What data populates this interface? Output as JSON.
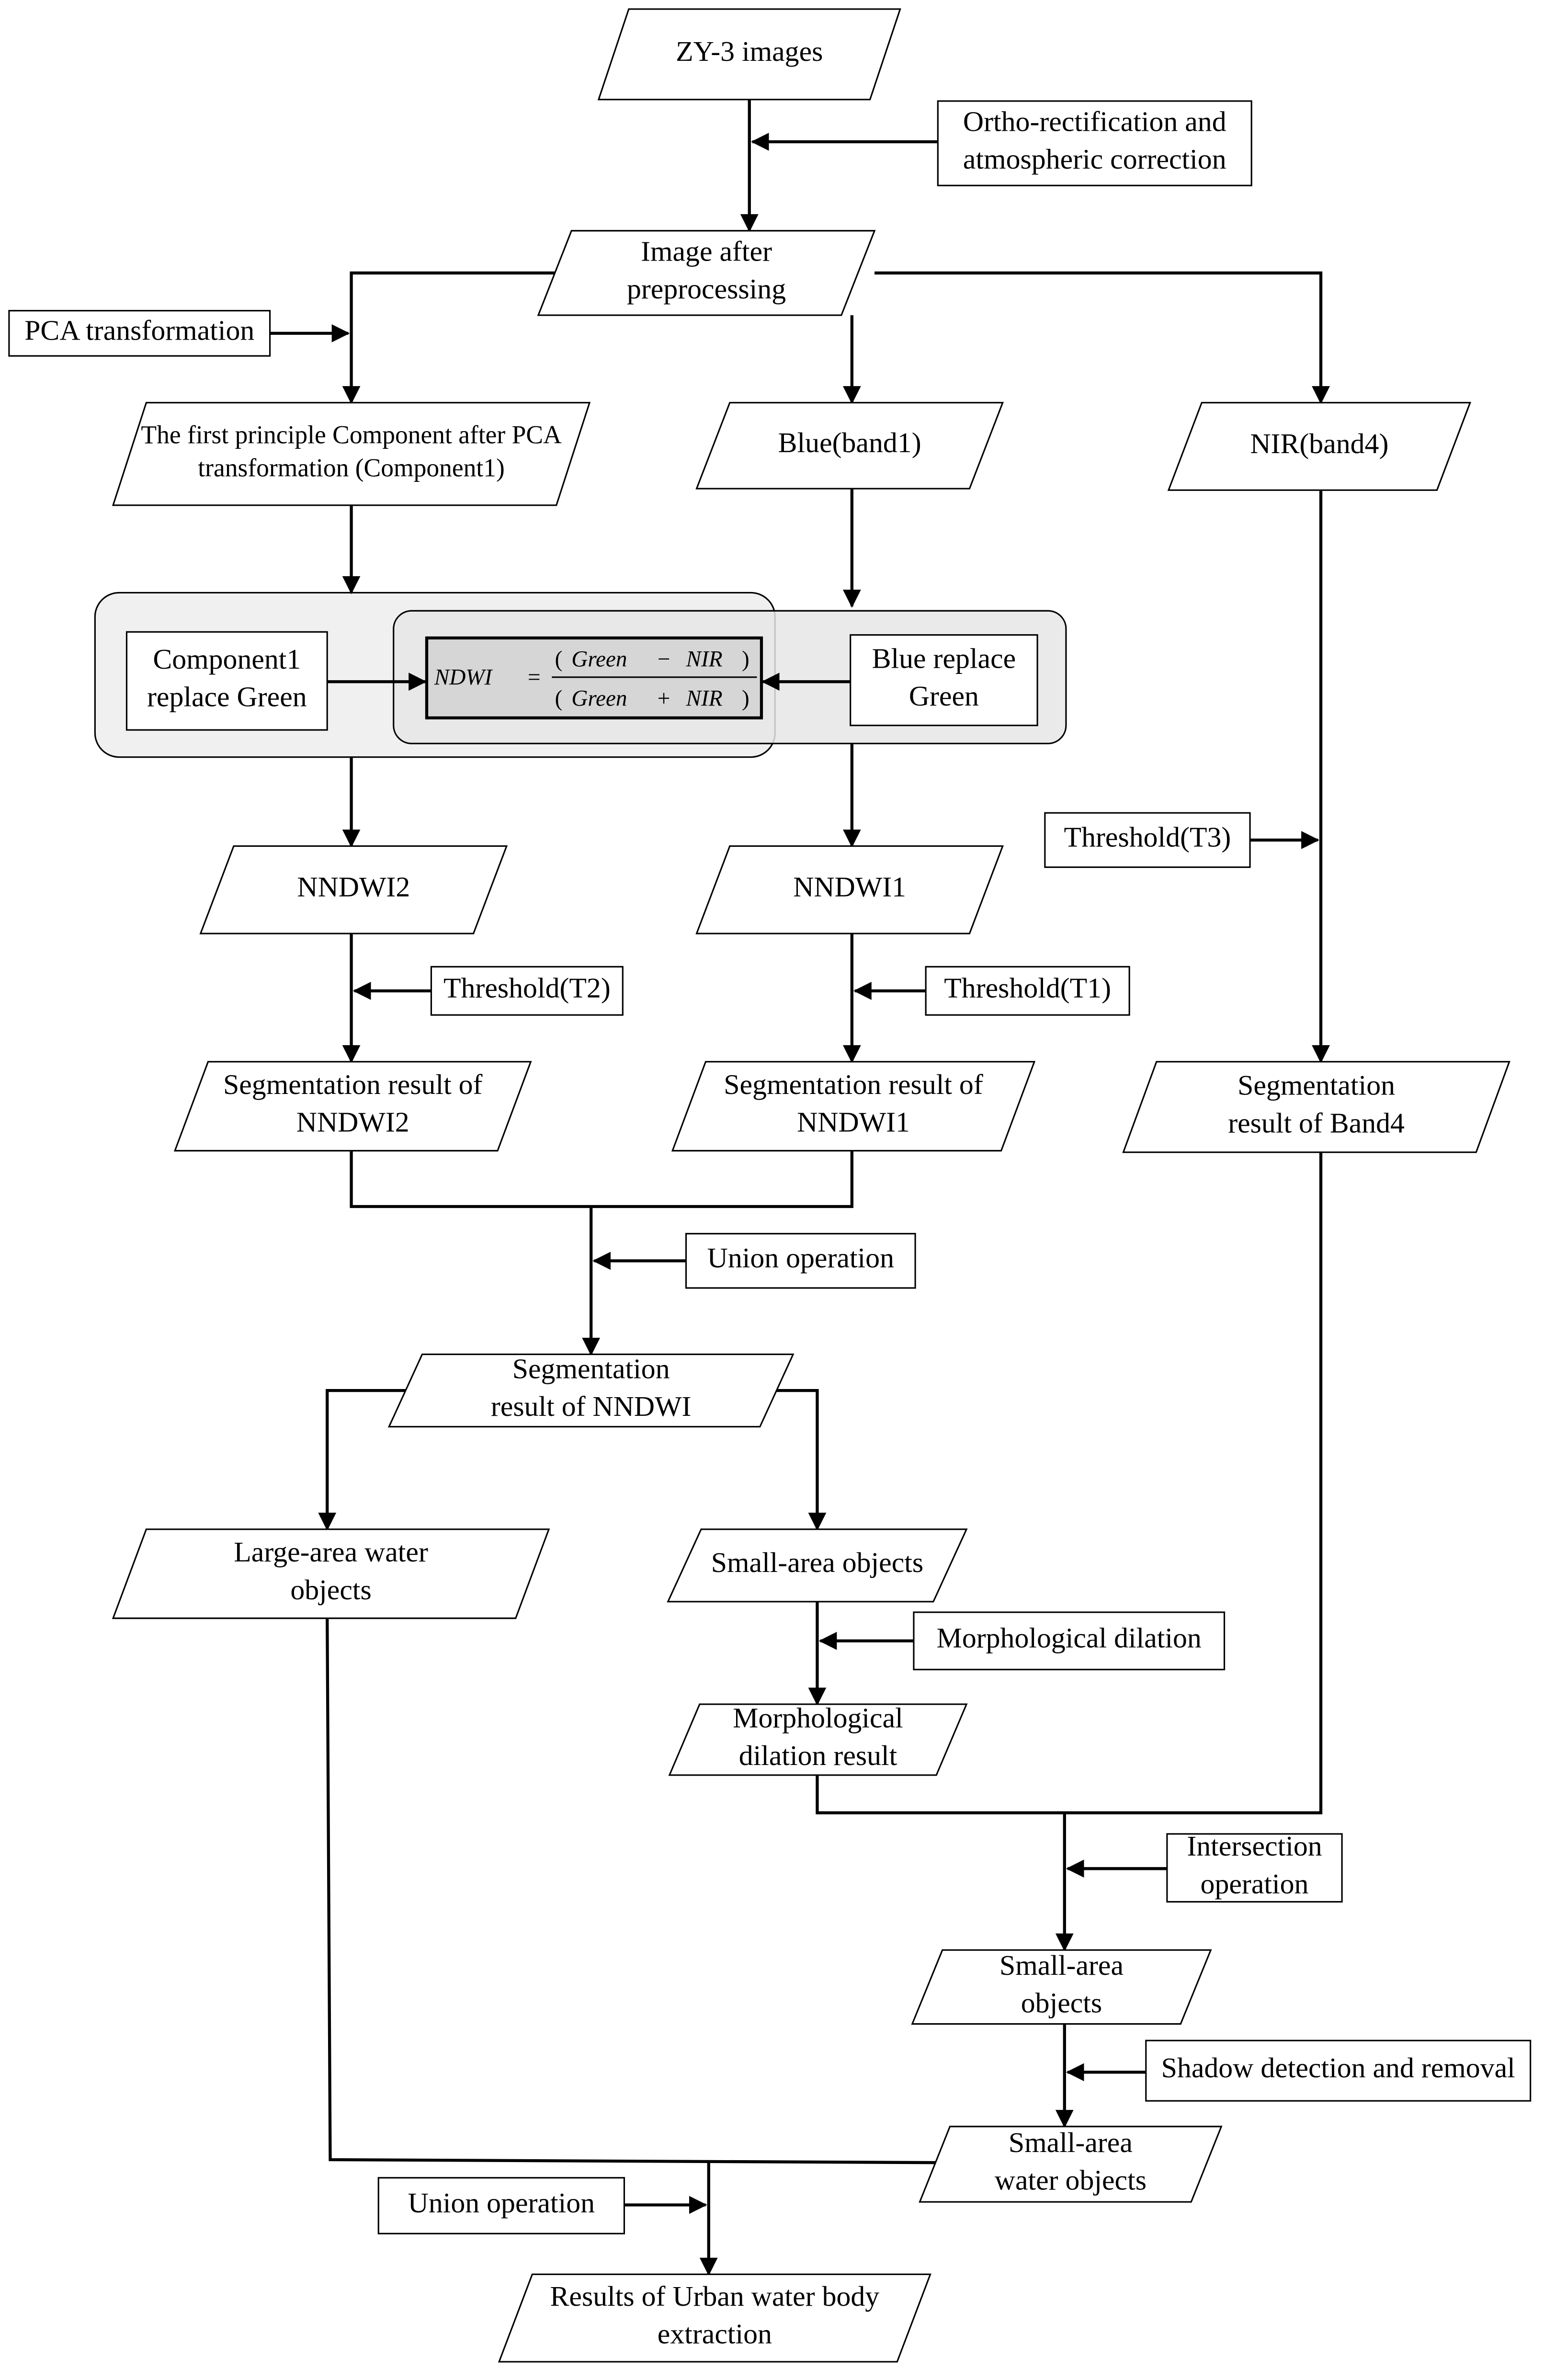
{
  "nodes": {
    "zy3": {
      "lines": [
        "ZY-3 images"
      ]
    },
    "ortho": {
      "lines": [
        "Ortho-rectification and",
        "atmospheric correction"
      ]
    },
    "preproc": {
      "lines": [
        "Image after",
        "preprocessing"
      ]
    },
    "pca": {
      "lines": [
        "PCA transformation"
      ]
    },
    "comp1": {
      "lines": [
        "The first principle Component after PCA",
        "transformation (Component1)"
      ]
    },
    "blue_band": {
      "lines": [
        "Blue(band1)"
      ]
    },
    "nir_band": {
      "lines": [
        "NIR(band4)"
      ]
    },
    "comp1_replace": {
      "lines": [
        "Component1",
        "replace Green"
      ]
    },
    "blue_replace": {
      "lines": [
        "Blue replace",
        "Green"
      ]
    },
    "t3": {
      "lines": [
        "Threshold(T3)"
      ]
    },
    "nndwi2": {
      "lines": [
        "NNDWI2"
      ]
    },
    "nndwi1": {
      "lines": [
        "NNDWI1"
      ]
    },
    "t2": {
      "lines": [
        "Threshold(T2)"
      ]
    },
    "t1": {
      "lines": [
        "Threshold(T1)"
      ]
    },
    "seg2": {
      "lines": [
        "Segmentation result of",
        "NNDWI2"
      ]
    },
    "seg1": {
      "lines": [
        "Segmentation result of",
        "NNDWI1"
      ]
    },
    "segb4": {
      "lines": [
        "Segmentation",
        "result of Band4"
      ]
    },
    "union1": {
      "lines": [
        "Union operation"
      ]
    },
    "segnn": {
      "lines": [
        "Segmentation",
        "result of NNDWI"
      ]
    },
    "large": {
      "lines": [
        "Large-area water",
        "objects"
      ]
    },
    "small1": {
      "lines": [
        "Small-area objects"
      ]
    },
    "morph": {
      "lines": [
        "Morphological dilation"
      ]
    },
    "morphres": {
      "lines": [
        "Morphological",
        "dilation result"
      ]
    },
    "inter": {
      "lines": [
        "Intersection",
        "operation"
      ]
    },
    "small2": {
      "lines": [
        "Small-area",
        "objects"
      ]
    },
    "shadow": {
      "lines": [
        "Shadow detection and removal"
      ]
    },
    "smallw": {
      "lines": [
        "Small-area",
        "water objects"
      ]
    },
    "union2": {
      "lines": [
        "Union operation"
      ]
    },
    "result": {
      "lines": [
        "Results of Urban water body",
        "extraction"
      ]
    }
  },
  "formula": {
    "lhs": "NDWI",
    "eq": "=",
    "num_open": "(",
    "num_a": "Green",
    "num_op": "−",
    "num_b": "NIR",
    "num_close": ")",
    "den_open": "(",
    "den_a": "Green",
    "den_op": "+",
    "den_b": "NIR",
    "den_close": ")"
  },
  "colors": {
    "stroke": "#000000",
    "background": "#ffffff",
    "panel_fill": "#f0f0f0",
    "panel_inner_fill": "#e6e6e6",
    "formula_fill": "#d6d6d6"
  }
}
